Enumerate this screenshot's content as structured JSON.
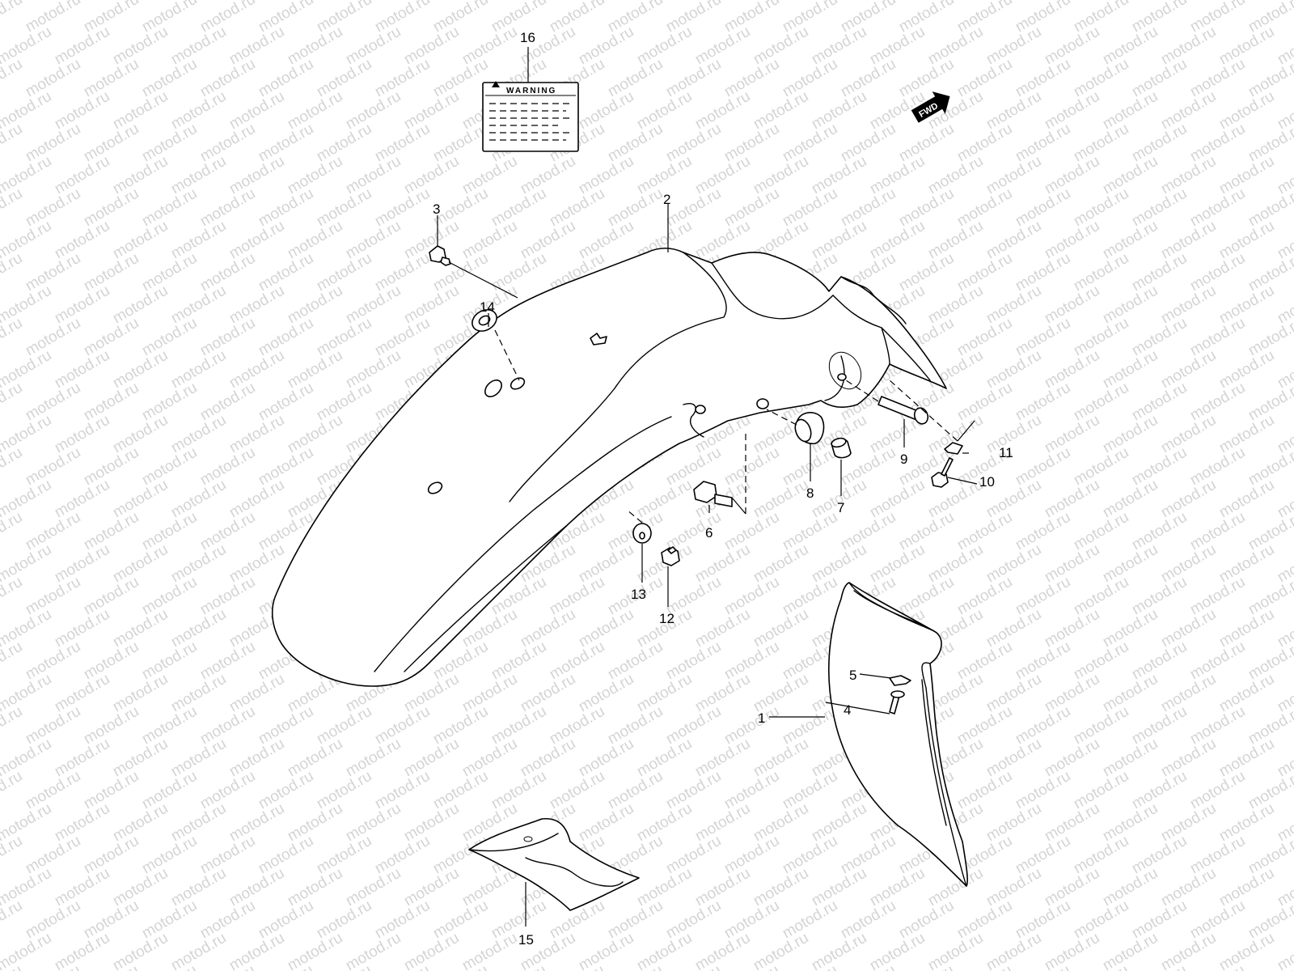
{
  "watermark": {
    "text": "motod.ru"
  },
  "warning_label": {
    "title": "WARNING"
  },
  "forward_arrow": {
    "text": "FWD"
  },
  "callouts": {
    "c1": "1",
    "c2": "2",
    "c3": "3",
    "c4": "4",
    "c5": "5",
    "c6": "6",
    "c7": "7",
    "c8": "8",
    "c9": "9",
    "c10": "10",
    "c11": "11",
    "c12": "12",
    "c13": "13",
    "c14": "14",
    "c15": "15",
    "c16": "16"
  }
}
